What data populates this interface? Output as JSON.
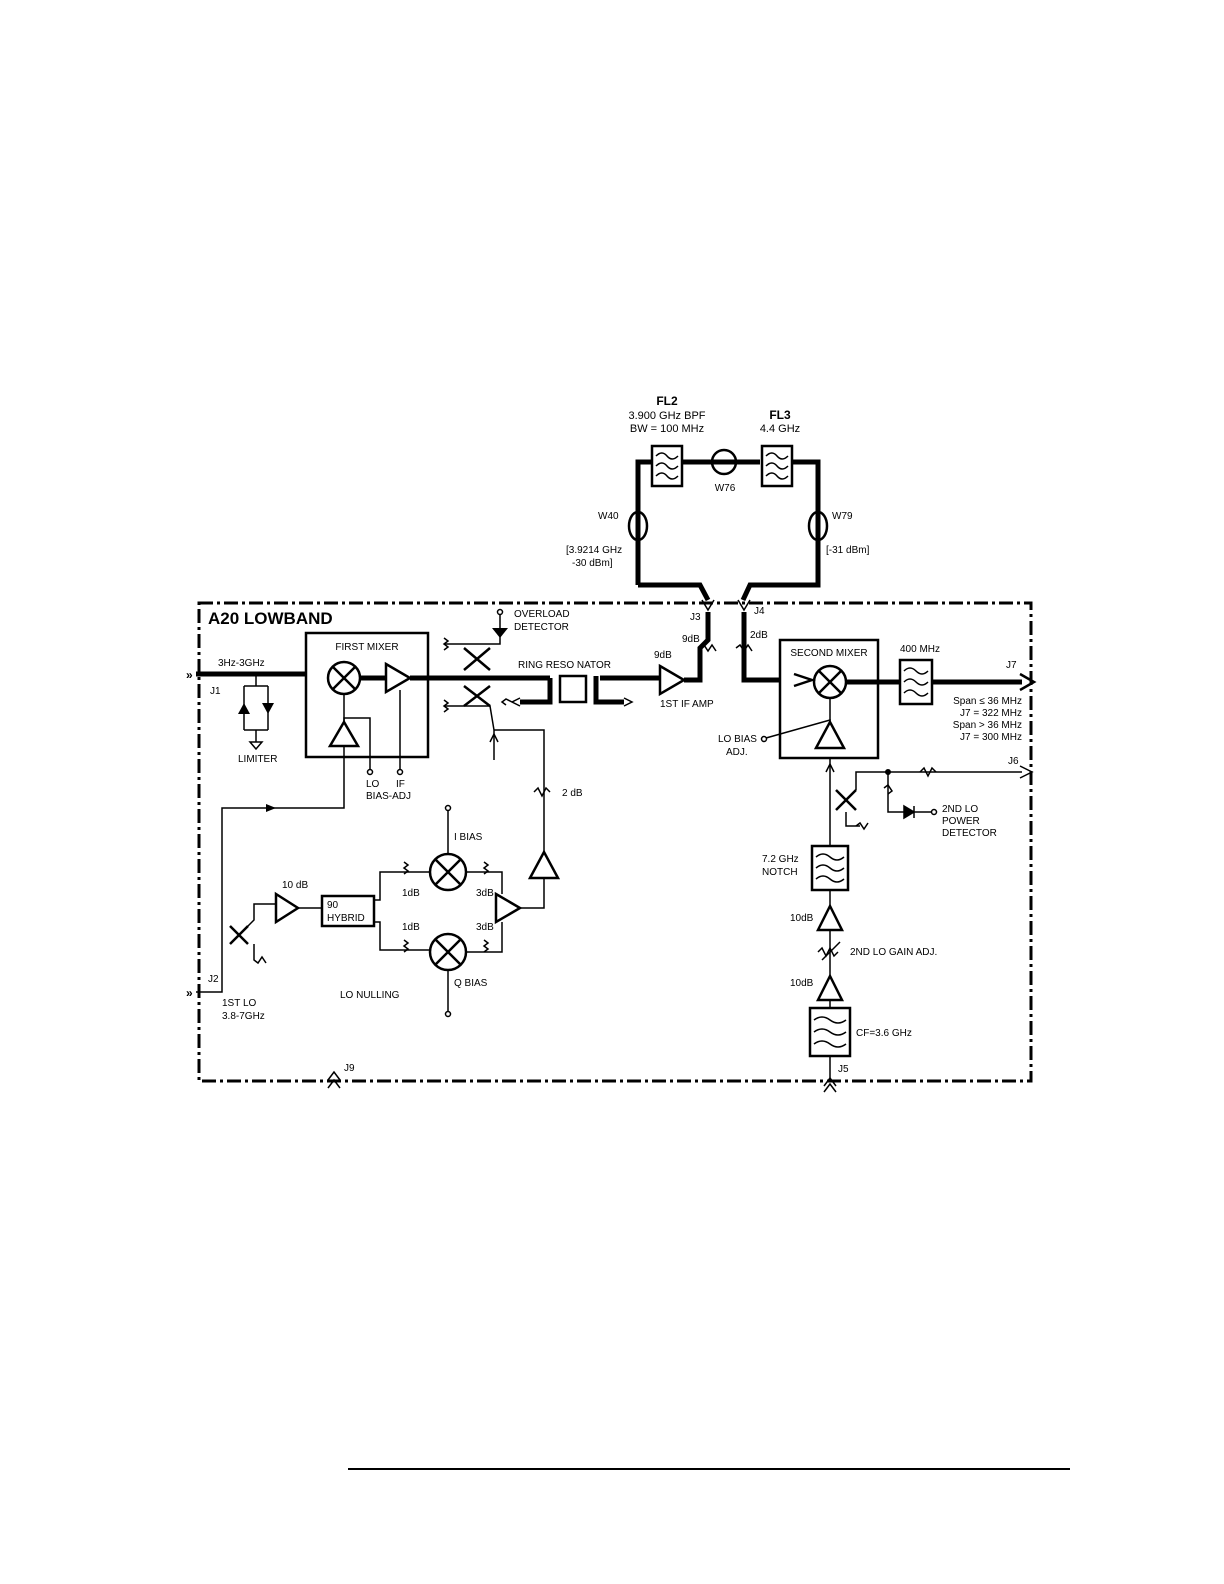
{
  "module": {
    "title": "A20 LOWBAND"
  },
  "filters": {
    "fl2": {
      "ref": "FL2",
      "freq": "3.900 GHz BPF",
      "bw": "BW = 100 MHz"
    },
    "fl3": {
      "ref": "FL3",
      "freq": "4.4 GHz"
    },
    "if400": {
      "label": "400 MHz"
    },
    "notch": {
      "line1": "7.2 GHz",
      "line2": "NOTCH"
    },
    "cf": {
      "label": "CF=3.6 GHz"
    }
  },
  "cables": {
    "w76": "W76",
    "w40": "W40",
    "w79": "W79",
    "w40_note1": "[3.9214 GHz",
    "w40_note2": "-30 dBm]",
    "w79_note": "[-31 dBm]"
  },
  "connectors": {
    "j1": "J1",
    "j2": "J2",
    "j3": "J3",
    "j4": "J4",
    "j5": "J5",
    "j6": "J6",
    "j7": "J7",
    "j9": "J9"
  },
  "labels": {
    "input_range": "3Hz-3GHz",
    "limiter": "LIMITER",
    "first_mixer": "FIRST MIXER",
    "lo": "LO",
    "if": "IF",
    "bias_adj": "BIAS-ADJ",
    "overload1": "OVERLOAD",
    "overload2": "DETECTOR",
    "ring_resonator": "RING RESO NATOR",
    "gain_9db_a": "9dB",
    "gain_9db_b": "9dB",
    "att_2db_a": "2dB",
    "first_if_amp": "1ST IF AMP",
    "second_mixer": "SECOND MIXER",
    "lo_bias1": "LO BIAS",
    "lo_bias2": "ADJ.",
    "span1": "Span ≤ 36 MHz",
    "span2": "J7 = 322 MHz",
    "span3": "Span > 36 MHz",
    "span4": "J7 = 300 MHz",
    "det1": "2ND LO",
    "det2": "POWER",
    "det3": "DETECTOR",
    "att_2db_b": "2 dB",
    "i_bias": "I BIAS",
    "q_bias": "Q BIAS",
    "att_1db_a": "1dB",
    "att_1db_b": "1dB",
    "att_3db_a": "3dB",
    "att_3db_b": "3dB",
    "amp_10db": "10 dB",
    "hybrid1": "90",
    "hybrid2": "HYBRID",
    "lo_nulling": "LO NULLING",
    "lo_in1": "1ST LO",
    "lo_in2": "3.8-7GHz",
    "amp_10db_b": "10dB",
    "amp_10db_c": "10dB",
    "lo_gain_adj": "2ND LO GAIN ADJ."
  }
}
